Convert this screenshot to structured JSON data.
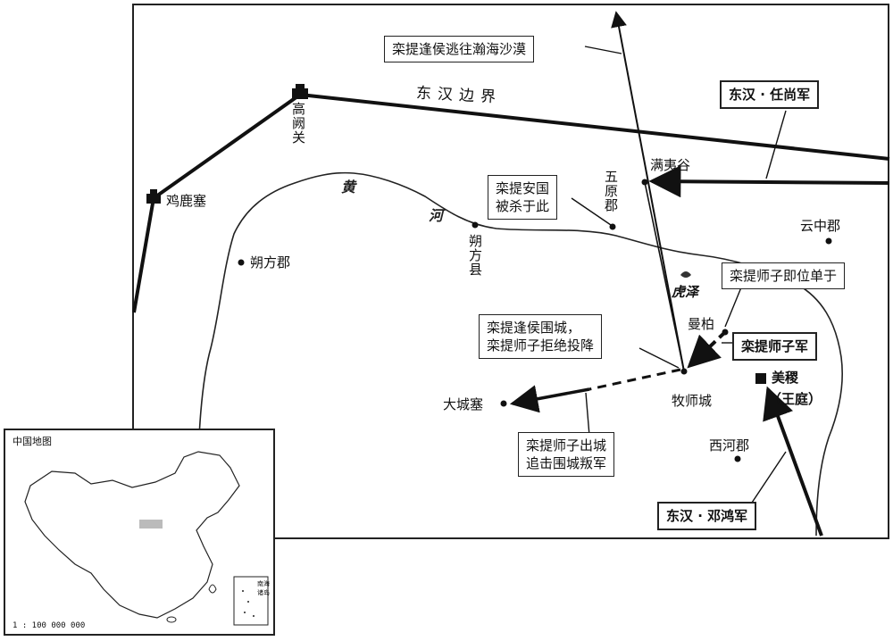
{
  "map": {
    "border_label": "东汉边界",
    "river_chars": [
      "黄",
      "河"
    ],
    "lake_label": "虎泽",
    "places": {
      "gaoque": "高阙关",
      "jilu": "鸡鹿塞",
      "shuofang_jun": "朔方郡",
      "shuofang_xian": "朔方县",
      "wuyuan": "五原郡",
      "manyi": "满夷谷",
      "yunzhong": "云中郡",
      "manbai": "曼柏",
      "mushi": "牧师城",
      "dacheng": "大城塞",
      "meiji": "美稷",
      "wangting": "（王庭）",
      "xihe": "西河郡"
    },
    "callouts": {
      "escape": "栾提逢侯逃往瀚海沙漠",
      "killed": [
        "栾提安国",
        "被杀于此"
      ],
      "enthroned": "栾提师子即位单于",
      "siege": [
        "栾提逢侯围城，",
        "栾提师子拒绝投降"
      ],
      "pursuit": [
        "栾提师子出城",
        "追击围城叛军"
      ]
    },
    "armies": {
      "ren": "东汉 · 任尚军",
      "deng": "东汉 · 邓鸿军",
      "shizi": "栾提师子军"
    }
  },
  "inset": {
    "title": "中国地图",
    "scale": "1 : 100 000 000",
    "islands_label": [
      "南海",
      "诸岛"
    ]
  }
}
